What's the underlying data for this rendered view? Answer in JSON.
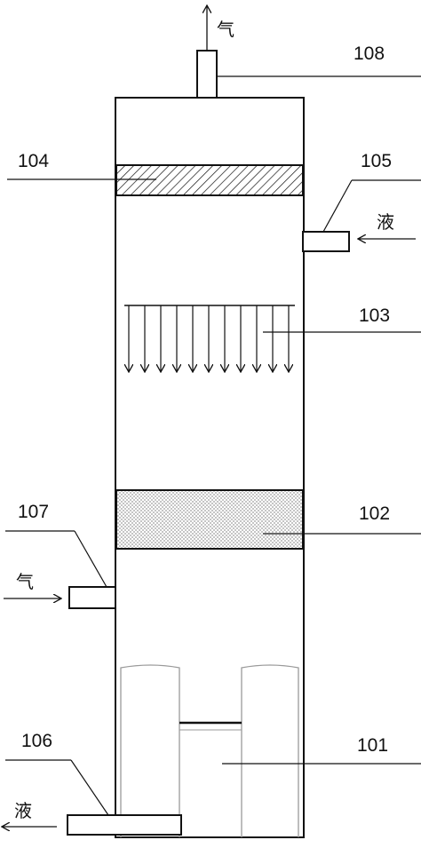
{
  "labels": {
    "l101": "101",
    "l102": "102",
    "l103": "103",
    "l104": "104",
    "l105": "105",
    "l106": "106",
    "l107": "107",
    "l108": "108"
  },
  "flow": {
    "gas_out": "气",
    "liquid_in": "液",
    "gas_in": "气",
    "liquid_out": "液"
  },
  "colors": {
    "stroke": "#111111",
    "light_stroke": "#9a9a9a",
    "background": "#ffffff"
  }
}
